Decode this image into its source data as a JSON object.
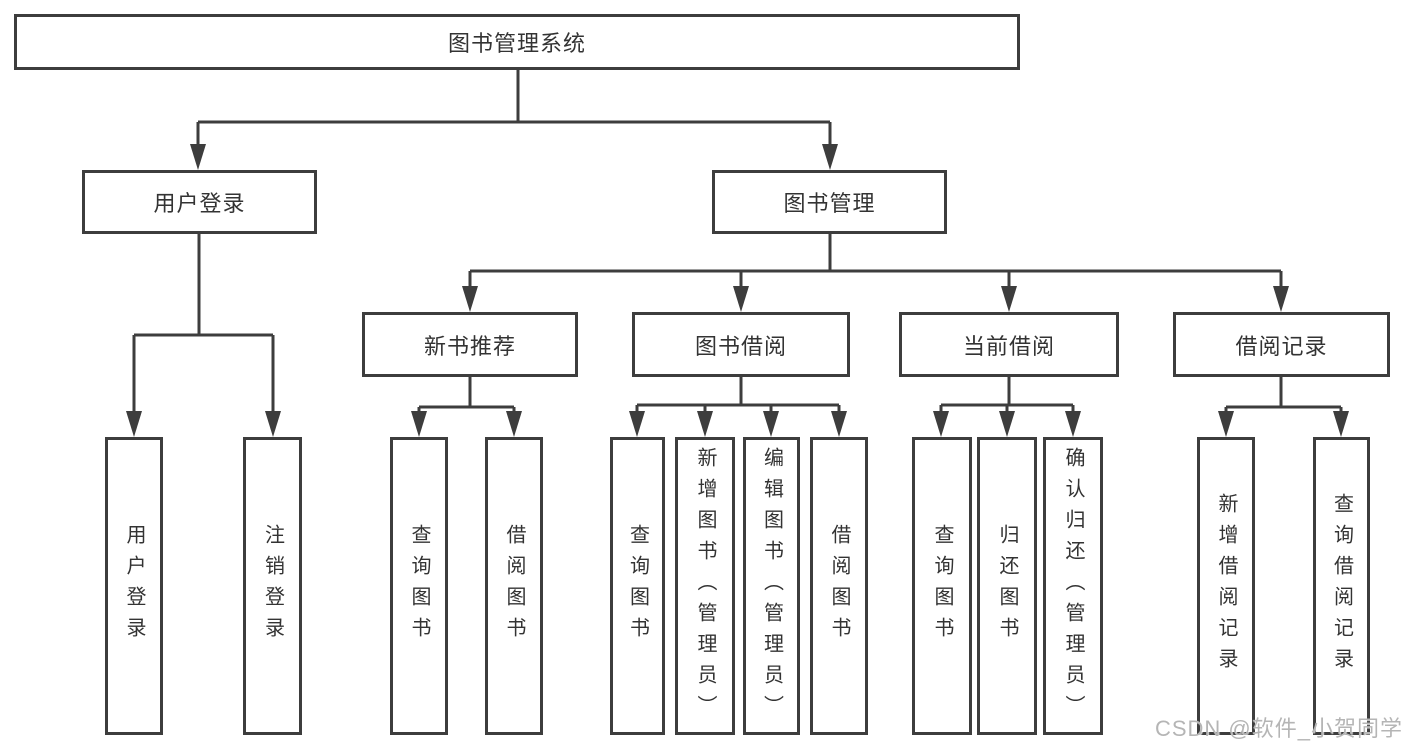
{
  "diagram": {
    "root": "图书管理系统",
    "branches": {
      "user_login": "用户登录",
      "book_management": "图书管理"
    },
    "modules": {
      "new_book": "新书推荐",
      "borrow": "图书借阅",
      "current": "当前借阅",
      "records": "借阅记录"
    },
    "leaves": {
      "user_login": "用户登录",
      "logout": "注销登录",
      "nb_query": "查询图书",
      "nb_borrow": "借阅图书",
      "bb_query": "查询图书",
      "bb_add": "新增图书（管理员）",
      "bb_edit": "编辑图书（管理员）",
      "bb_borrow": "借阅图书",
      "cb_query": "查询图书",
      "cb_return": "归还图书",
      "cb_confirm": "确认归还（管理员）",
      "br_add": "新增借阅记录",
      "br_query": "查询借阅记录"
    }
  },
  "watermark": "CSDN @软件_小贺同学",
  "colors": {
    "line": "#3d3d3d",
    "text": "#333333",
    "background": "#ffffff",
    "watermark": "#b5b5b5"
  }
}
